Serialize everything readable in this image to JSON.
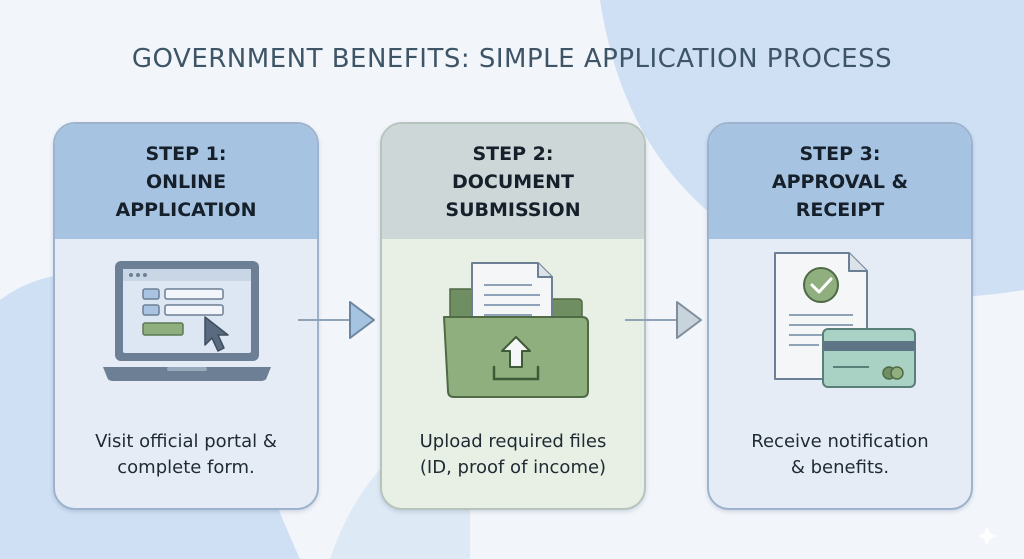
{
  "title": "GOVERNMENT BENEFITS: SIMPLE APPLICATION PROCESS",
  "steps": [
    {
      "heading": [
        "STEP 1:",
        "ONLINE",
        "APPLICATION"
      ],
      "icon": "laptop-form-icon",
      "description": [
        "Visit official portal &",
        "complete form."
      ]
    },
    {
      "heading": [
        "STEP 2:",
        "DOCUMENT",
        "SUBMISSION"
      ],
      "icon": "folder-upload-icon",
      "description": [
        "Upload required files",
        "(ID, proof of income)"
      ]
    },
    {
      "heading": [
        "STEP 3:",
        "APPROVAL &",
        "RECEIPT"
      ],
      "icon": "approved-document-card-icon",
      "description": [
        "Receive notification",
        "& benefits."
      ]
    }
  ],
  "connectors": [
    "arrow-right-icon",
    "arrow-right-icon"
  ],
  "colors": {
    "title": "#3d5566",
    "step_header_blue": "#a7c3e2",
    "step_header_grey_green": "#cdd7d8",
    "step_body_blue": "#e6ecf6",
    "step_body_green": "#e8efe4",
    "folder_green": "#8faf7e"
  }
}
